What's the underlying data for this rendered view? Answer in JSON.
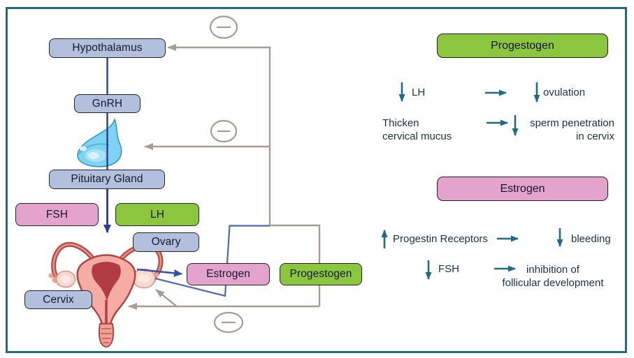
{
  "figure": {
    "description": "Hormonal feedback diagram of hypothalamus-pituitary-ovary axis with progestogen and estrogen effects",
    "border_color": "#266b79",
    "background_color": "#ffffff"
  },
  "colors": {
    "node_blue_fill": "#b2c0dd",
    "node_pink_fill": "#e3a3cd",
    "node_green_fill": "#8cc63f",
    "feedback_line_grey": "#a59c93",
    "axis_line_navy": "#2c3a91",
    "ovary_arrow_blue": "#3551ad",
    "panel_arrow_teal": "#1d6b85",
    "text_dark": "#1b323e"
  },
  "icons": {
    "negative_feedback_icon": "circled-minus ⊖",
    "pituitary_gland_icon": "blue gland illustration",
    "uterus_icon": "uterus with fallopian tubes and ovaries illustration",
    "down_arrow": "↓",
    "up_arrow": "↑",
    "right_arrow": "→"
  },
  "diagram": {
    "nodes": {
      "hypothalamus": "Hypothalamus",
      "gnrh": "GnRH",
      "pituitary": "Pituitary Gland",
      "fsh": "FSH",
      "lh": "LH",
      "ovary": "Ovary",
      "estrogen": "Estrogen",
      "progestogen": "Progestogen",
      "cervix": "Cervix"
    }
  },
  "progestogen_panel": {
    "title": "Progestogen",
    "row1": {
      "left": "LH",
      "right": "ovulation"
    },
    "row2": {
      "left_line1": "Thicken",
      "left_line2": "cervical mucus",
      "right_line1": "sperm penetration",
      "right_line2": "in cervix"
    }
  },
  "estrogen_panel": {
    "title": "Estrogen",
    "row1": {
      "left": "Progestin Receptors",
      "right": "bleeding"
    },
    "row2": {
      "left": "FSH",
      "right_line1": "inhibition of",
      "right_line2": "follicular development"
    }
  }
}
